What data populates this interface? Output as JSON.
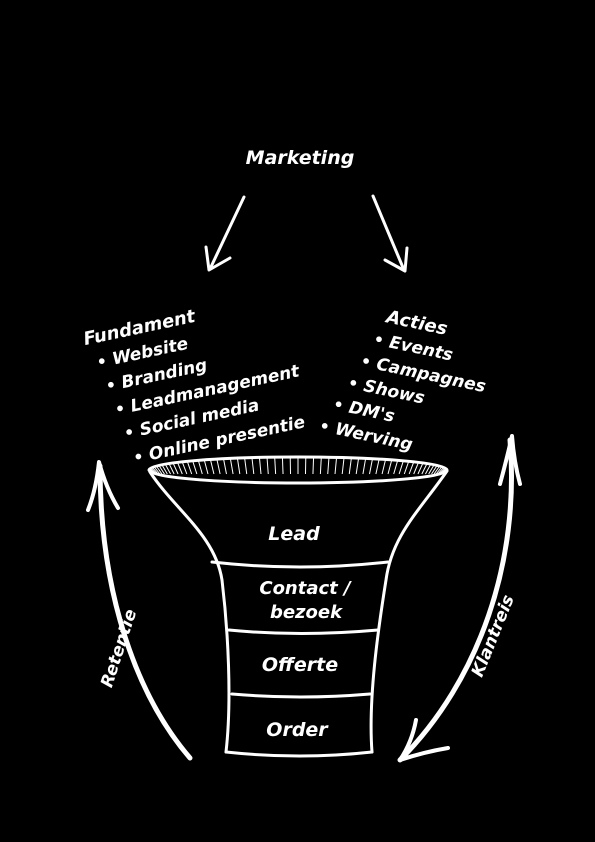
{
  "title": "Marketing",
  "fundament": {
    "heading": "Fundament",
    "items": [
      "Website",
      "Branding",
      "Leadmanagement",
      "Social media",
      "Online presentie"
    ]
  },
  "acties": {
    "heading": "Acties",
    "items": [
      "Events",
      "Campagnes",
      "Shows",
      "DM's",
      "Werving"
    ]
  },
  "funnel": {
    "stages": [
      "Lead",
      "Contact /",
      "bezoek",
      "Offerte",
      "Order"
    ]
  },
  "cycle": {
    "left_label": "Retentie",
    "right_label": "Klantreis"
  },
  "colors": {
    "background": "#000000",
    "chalk": "#ffffff"
  }
}
